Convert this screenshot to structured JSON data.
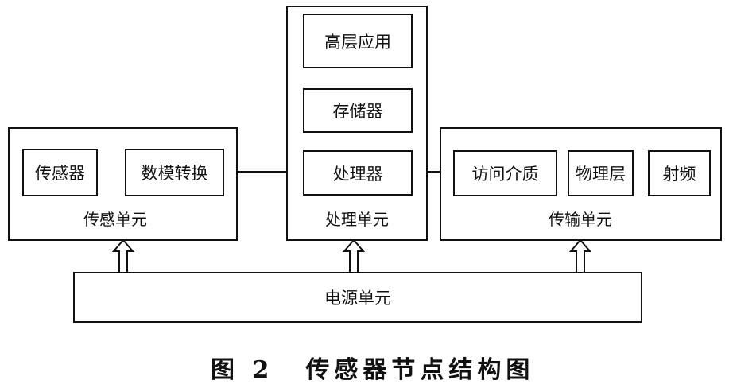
{
  "sensing_unit": {
    "label": "传感单元",
    "sensor": "传感器",
    "adc": "数模转换"
  },
  "processing_unit": {
    "label": "处理单元",
    "app": "高层应用",
    "storage": "存储器",
    "processor": "处理器"
  },
  "transmission_unit": {
    "label": "传输单元",
    "mac": "访问介质",
    "phy": "物理层",
    "rf": "射频"
  },
  "power_unit": {
    "label": "电源单元"
  },
  "caption": {
    "figure": "图 2",
    "title": "传感器节点结构图"
  }
}
